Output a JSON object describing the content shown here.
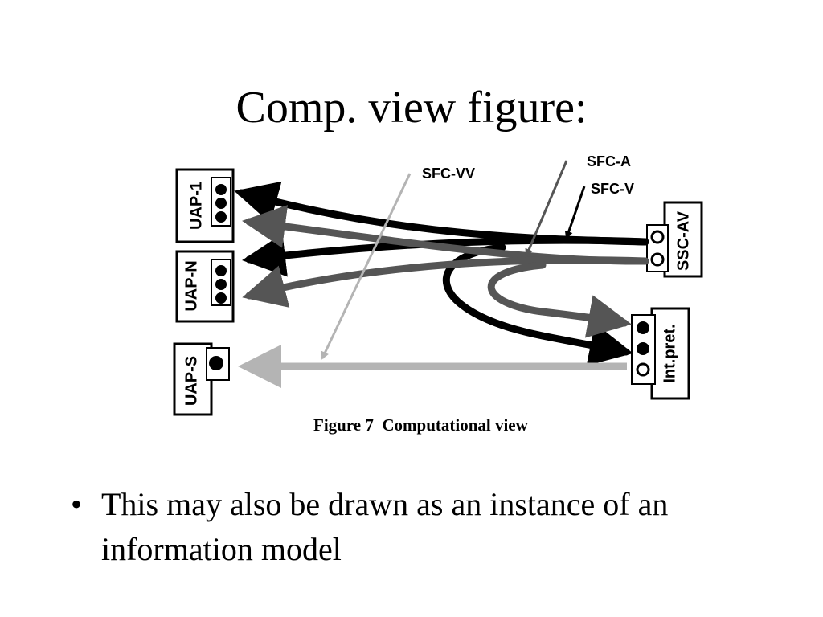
{
  "slide": {
    "title": "Comp. view figure:",
    "bullets": [
      {
        "marker": "•",
        "text": "This may also be drawn as an instance of an information model"
      }
    ]
  },
  "figure": {
    "caption": "Figure 7  Computational view",
    "boxes": {
      "uap1": "UAP-1",
      "uapn": "UAP-N",
      "uaps": "UAP-S",
      "sscav": "SSC-AV",
      "interpret": "Int.pret."
    },
    "flows": {
      "sfc_vv": "SFC-VV",
      "sfc_a": "SFC-A",
      "sfc_v": "SFC-V"
    },
    "colors": {
      "flow_black": "#000000",
      "flow_dark_gray": "#555555",
      "flow_light_gray": "#b4b4b4"
    }
  }
}
